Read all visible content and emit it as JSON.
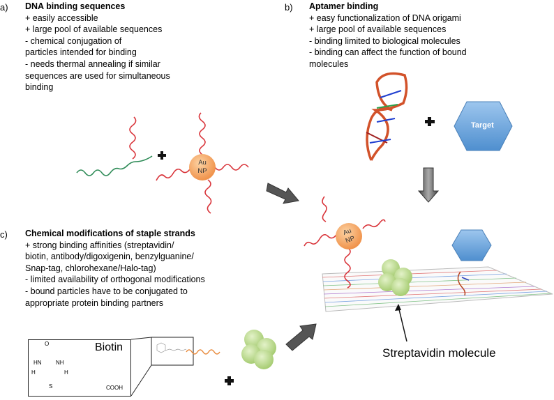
{
  "panels": {
    "a": {
      "marker": "a)",
      "title": "DNA binding sequences",
      "lines": [
        "+ easily accessible",
        "+ large pool of available sequences",
        "- chemical conjugation of",
        "particles intended for binding",
        "- needs thermal annealing if similar",
        "sequences are used for simultaneous",
        "binding"
      ]
    },
    "b": {
      "marker": "b)",
      "title": "Aptamer binding",
      "lines": [
        "+ easy functionalization of DNA origami",
        "+ large pool of available sequences",
        "-  binding limited to biological molecules",
        "-  binding can affect the function of bound",
        "molecules"
      ]
    },
    "c": {
      "marker": "c)",
      "title": "Chemical modifications of staple strands",
      "lines": [
        "+ strong binding affinities (streptavidin/",
        "biotin, antibody/digoxigenin, benzylguanine/",
        "Snap-tag, chlorohexane/Halo-tag)",
        "-  limited availability of orthogonal modifications",
        "-  bound particles have to be conjugated to",
        "appropriate protein binding partners"
      ]
    }
  },
  "diagram": {
    "au_np_label_line1": "Au",
    "au_np_label_line2": "NP",
    "target_label": "Target",
    "biotin_label": "Biotin",
    "biotin_groups": {
      "carbonyl": "O",
      "nh_left": "HN",
      "nh_right": "NH",
      "h_left": "H",
      "h_right": "H",
      "sulfur": "S",
      "acid": "COOH"
    },
    "streptavidin_label": "Streptavidin molecule",
    "plus_sign": "+",
    "colors": {
      "dna_red": "#d9343a",
      "dna_green": "#2e8b57",
      "dna_orange": "#e8893a",
      "au_np": "#f5a55a",
      "target_blue": "#5b9bd5",
      "streptavidin_green": "#b9d98a",
      "arrow_gray": "#666666"
    }
  }
}
